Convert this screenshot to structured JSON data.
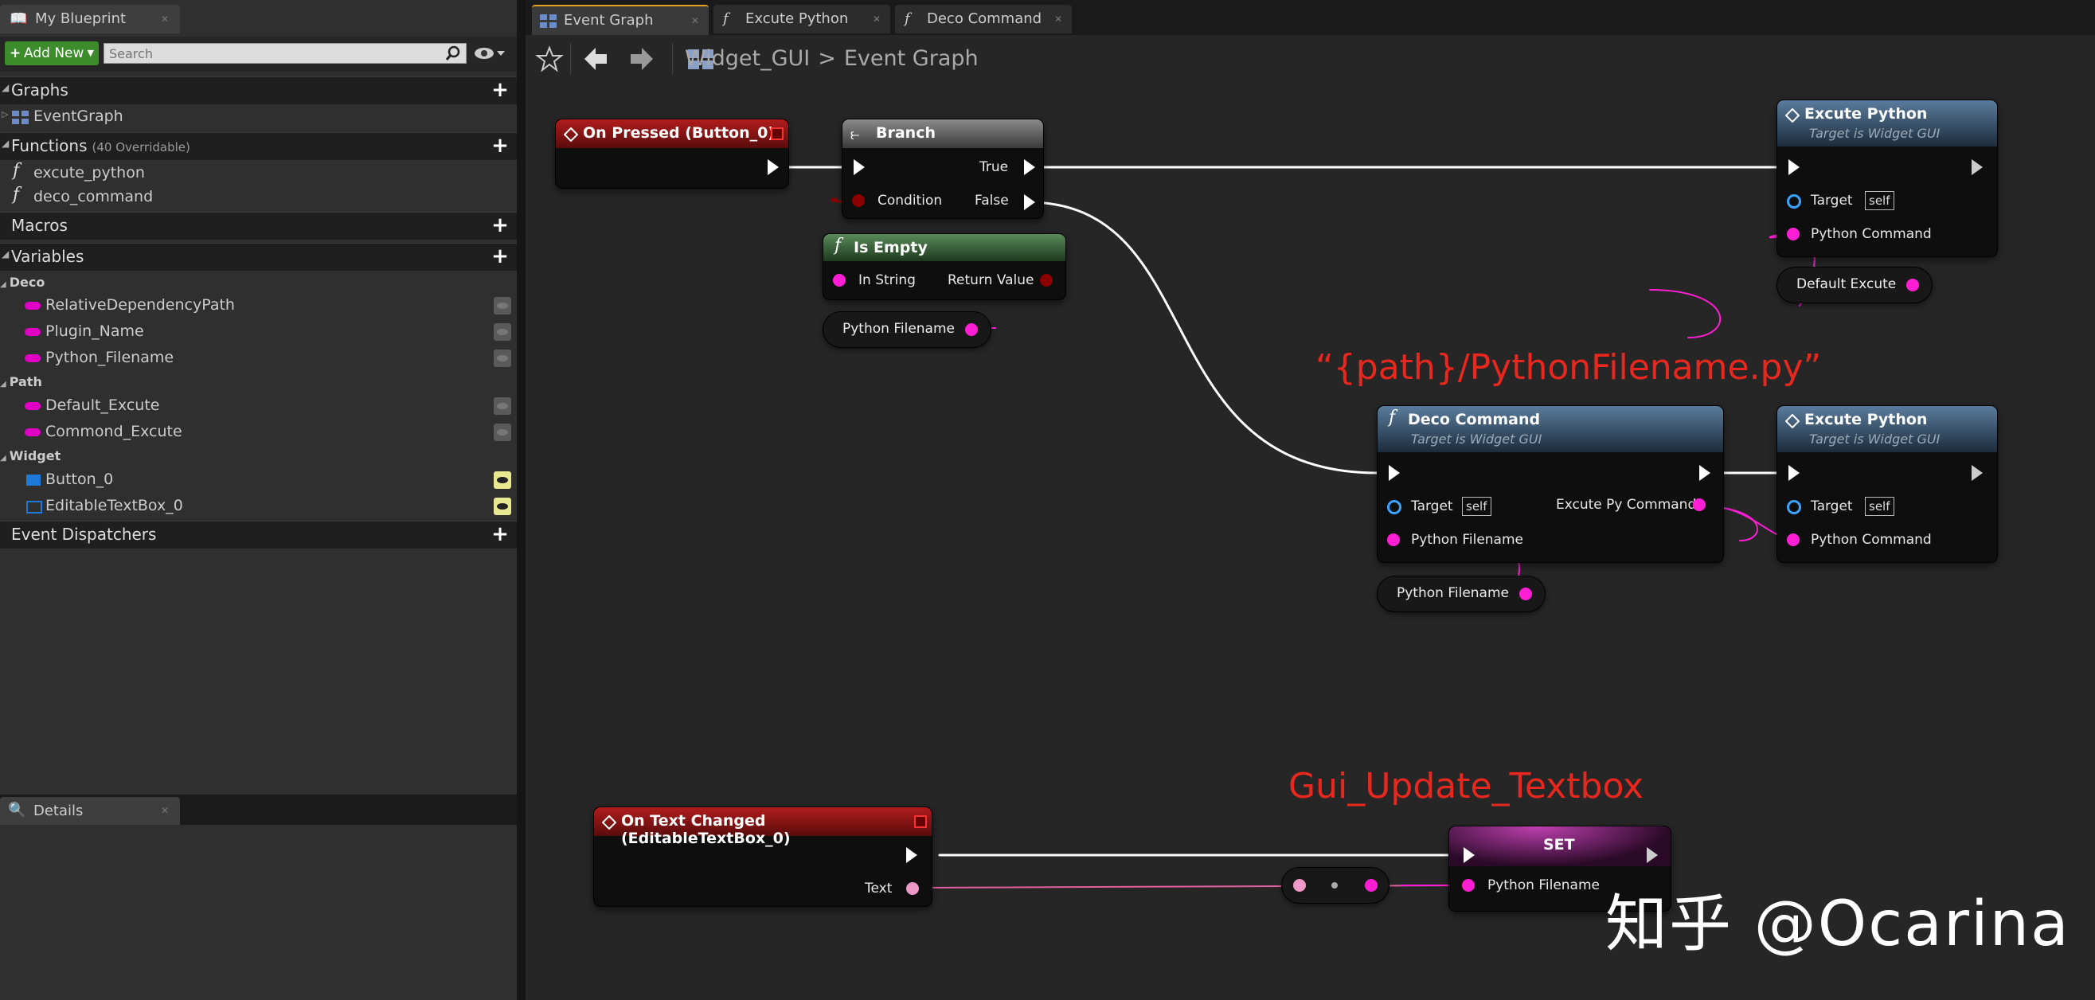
{
  "left_panel": {
    "tab_label": "My Blueprint",
    "add_new_label": "Add New",
    "search_placeholder": "Search",
    "categories": {
      "graphs": "Graphs",
      "functions": "Functions",
      "functions_sub": "(40 Overridable)",
      "macros": "Macros",
      "variables": "Variables",
      "event_dispatchers": "Event Dispatchers"
    },
    "graph_items": [
      "EventGraph"
    ],
    "function_items": [
      "excute_python",
      "deco_command"
    ],
    "var_groups": [
      {
        "name": "Deco",
        "items": [
          "RelativeDependencyPath",
          "Plugin_Name",
          "Python_Filename"
        ]
      },
      {
        "name": "Path",
        "items": [
          "Default_Excute",
          "Commond_Excute"
        ]
      },
      {
        "name": "Widget",
        "items": [
          "Button_0",
          "EditableTextBox_0"
        ]
      }
    ],
    "details_tab": "Details"
  },
  "editor_tabs": [
    "Event Graph",
    "Excute Python",
    "Deco Command"
  ],
  "breadcrumb": {
    "root": "Widget_GUI",
    "sep": ">",
    "current": "Event Graph"
  },
  "nodes": {
    "on_pressed": {
      "title": "On Pressed (Button_0)"
    },
    "branch": {
      "title": "Branch",
      "true": "True",
      "false": "False",
      "condition": "Condition"
    },
    "is_empty": {
      "title": "Is Empty",
      "in": "In String",
      "out": "Return Value"
    },
    "python_filename_get_1": "Python Filename",
    "excute_python_1": {
      "title": "Excute Python",
      "subtitle": "Target is Widget GUI",
      "target": "Target",
      "self": "self",
      "cmd": "Python Command"
    },
    "default_excute": "Default Excute",
    "deco_command": {
      "title": "Deco Command",
      "subtitle": "Target is Widget GUI",
      "target": "Target",
      "self": "self",
      "out": "Excute Py Command",
      "in": "Python Filename"
    },
    "python_filename_get_2": "Python Filename",
    "excute_python_2": {
      "title": "Excute Python",
      "subtitle": "Target is Widget GUI",
      "target": "Target",
      "self": "self",
      "cmd": "Python Command"
    },
    "on_text_changed": {
      "title": "On Text Changed (EditableTextBox_0)",
      "text": "Text"
    },
    "set": {
      "title": "SET",
      "pin": "Python Filename"
    }
  },
  "annotations": {
    "path": "“{path}/PythonFilename.py”",
    "gui": "Gui_Update_Textbox"
  },
  "watermark": "知乎 @Ocarina",
  "colors": {
    "exec": "#ffffff",
    "string_pin": "#ff1ed4",
    "bool_pin": "#8b0000",
    "object_pin": "#3aa3ff",
    "annotation": "#e8281e"
  }
}
